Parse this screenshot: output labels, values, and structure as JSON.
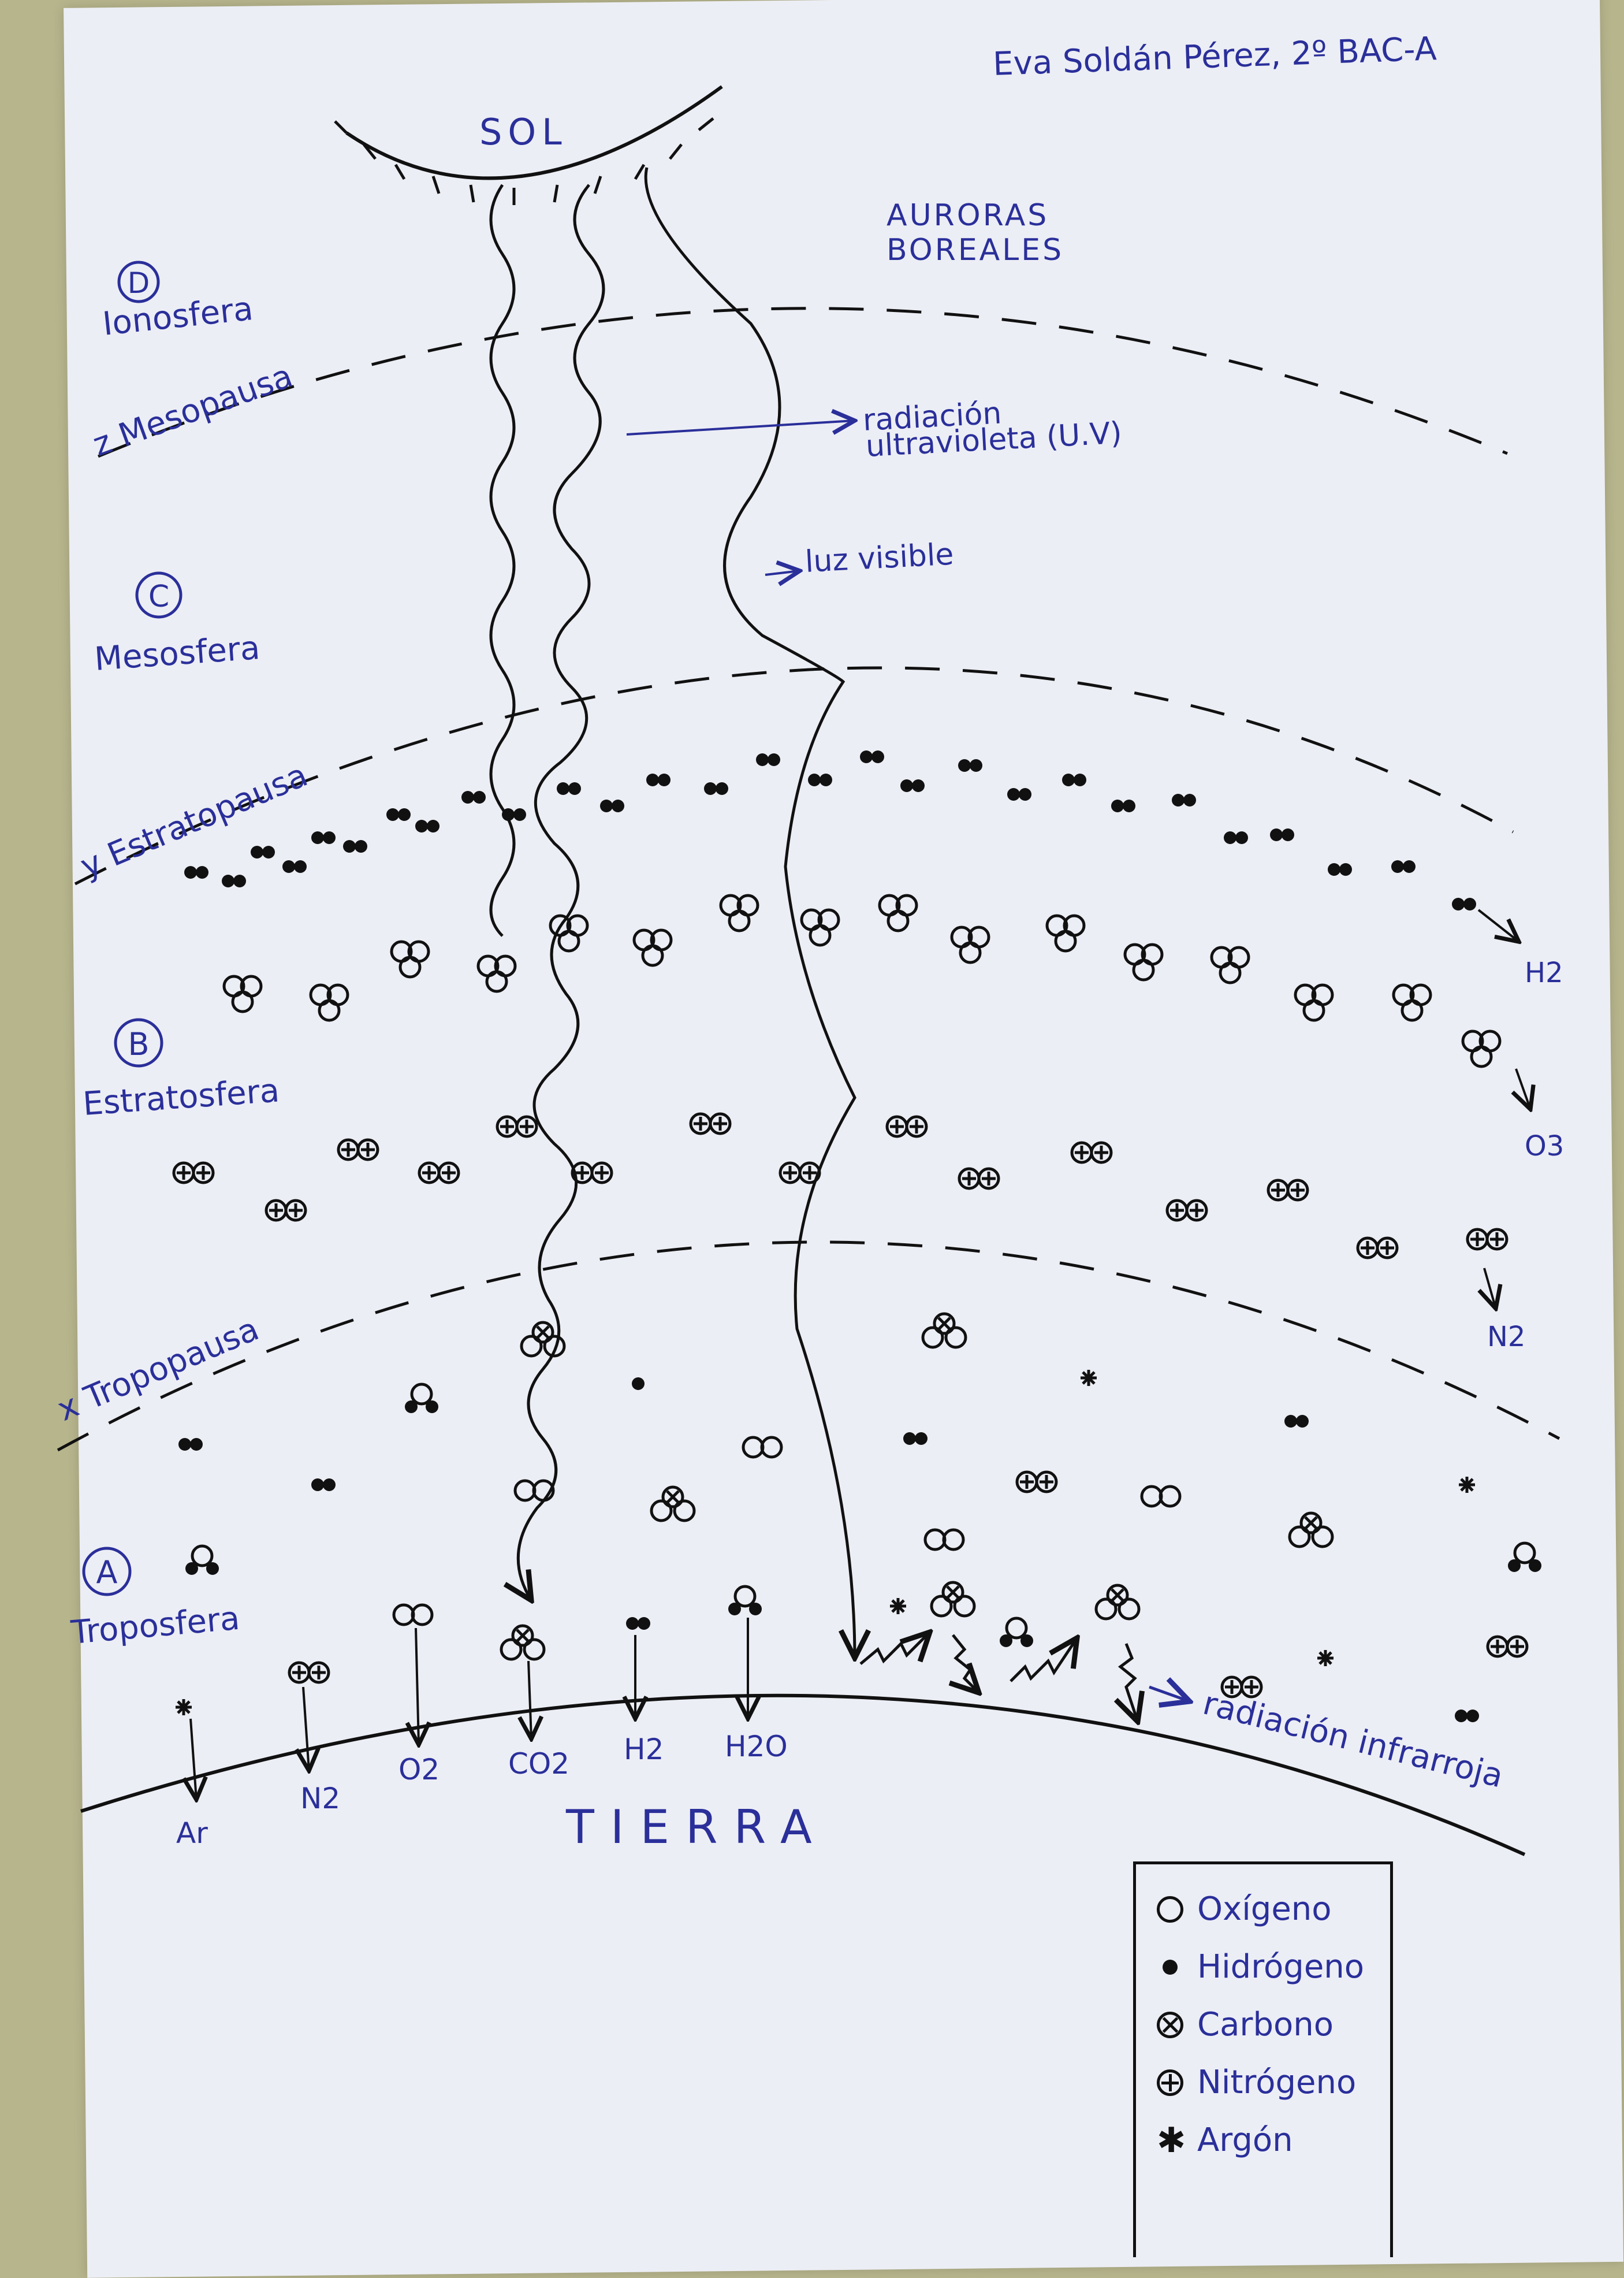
{
  "author": "Eva Soldán Pérez, 2º BAC-A",
  "sun": "SOL",
  "earth": "TIERRA",
  "auroras": [
    "AURORAS",
    "BOREALES"
  ],
  "layers": {
    "ionosfera": {
      "letter": "D",
      "name": "Ionosfera"
    },
    "mesopausa": "z Mesopausa",
    "mesosfera": {
      "letter": "C",
      "name": "Mesosfera"
    },
    "estratopausa": "y Estratopausa",
    "estratosfera": {
      "letter": "B",
      "name": "Estratosfera"
    },
    "tropopausa": "x Tropopausa",
    "troposfera": {
      "letter": "A",
      "name": "Troposfera"
    }
  },
  "radiation": {
    "uv": [
      "radiación",
      "ultravioleta (U.V)"
    ],
    "visible": "luz visible",
    "infrared": "radiación infrarroja"
  },
  "side_labels": {
    "h2": "H2",
    "o3": "O3",
    "n2": "N2"
  },
  "ground_gases": [
    "Ar",
    "N2",
    "O2",
    "CO2",
    "H2",
    "H2O"
  ],
  "legend": [
    {
      "symbol": "oxygen-icon",
      "label": "Oxígeno"
    },
    {
      "symbol": "hydrogen-icon",
      "label": "Hidrógeno"
    },
    {
      "symbol": "carbon-icon",
      "label": "Carbono"
    },
    {
      "symbol": "nitrogen-icon",
      "label": "Nitrógeno"
    },
    {
      "symbol": "argon-icon",
      "label": "Argón"
    }
  ]
}
